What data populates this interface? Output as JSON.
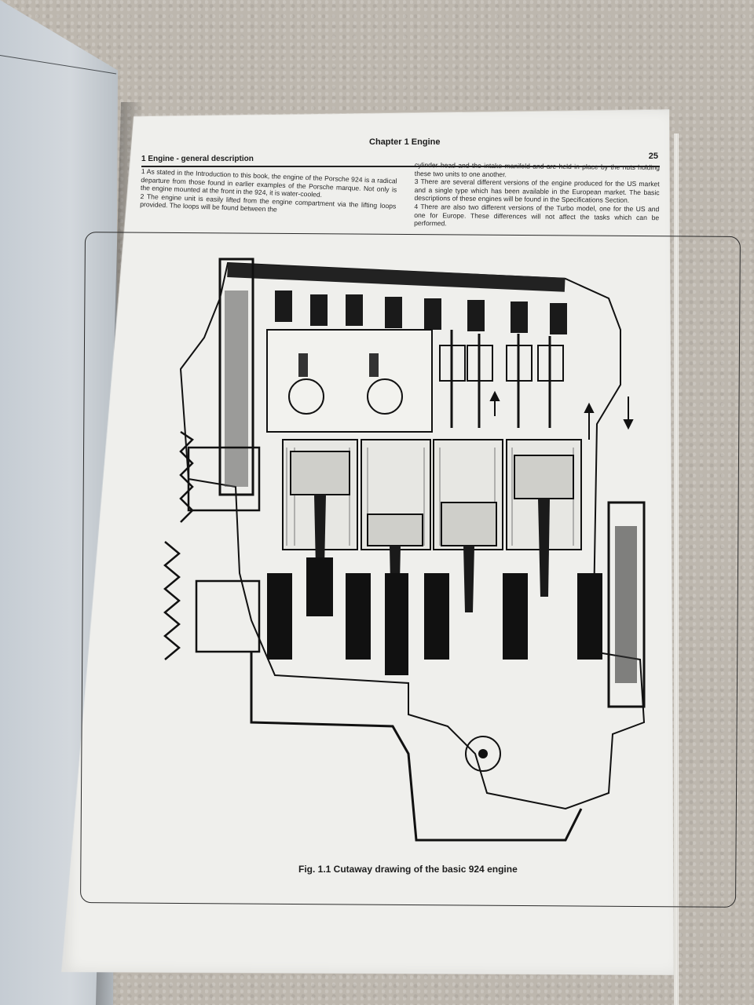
{
  "document": {
    "header": {
      "chapter": "Chapter 1  Engine",
      "page_number": "25",
      "section_title": "1  Engine - general description"
    },
    "column_left": [
      "1  As stated in the Introduction to this book, the engine of the Porsche 924 is a radical departure from those found in earlier examples of the Porsche marque. Not only is the engine mounted at the front in the 924, it is water-cooled.",
      "2  The engine unit is easily lifted from the engine compartment via the lifting loops provided. The loops will be found between the"
    ],
    "column_right": [
      "cylinder head and the intake manifold and are held in place by the nuts holding these two units to one another.",
      "3  There are several different versions of the engine produced for the US market and a single type which has been available in the European market. The basic descriptions of these engines will be found in the Specifications Section.",
      "4  There are also two different versions of the Turbo model, one for the US and one for Europe. These differences will not affect the tasks which can be performed."
    ],
    "figure": {
      "caption": "Fig. 1.1 Cutaway drawing of the basic 924 engine"
    }
  }
}
